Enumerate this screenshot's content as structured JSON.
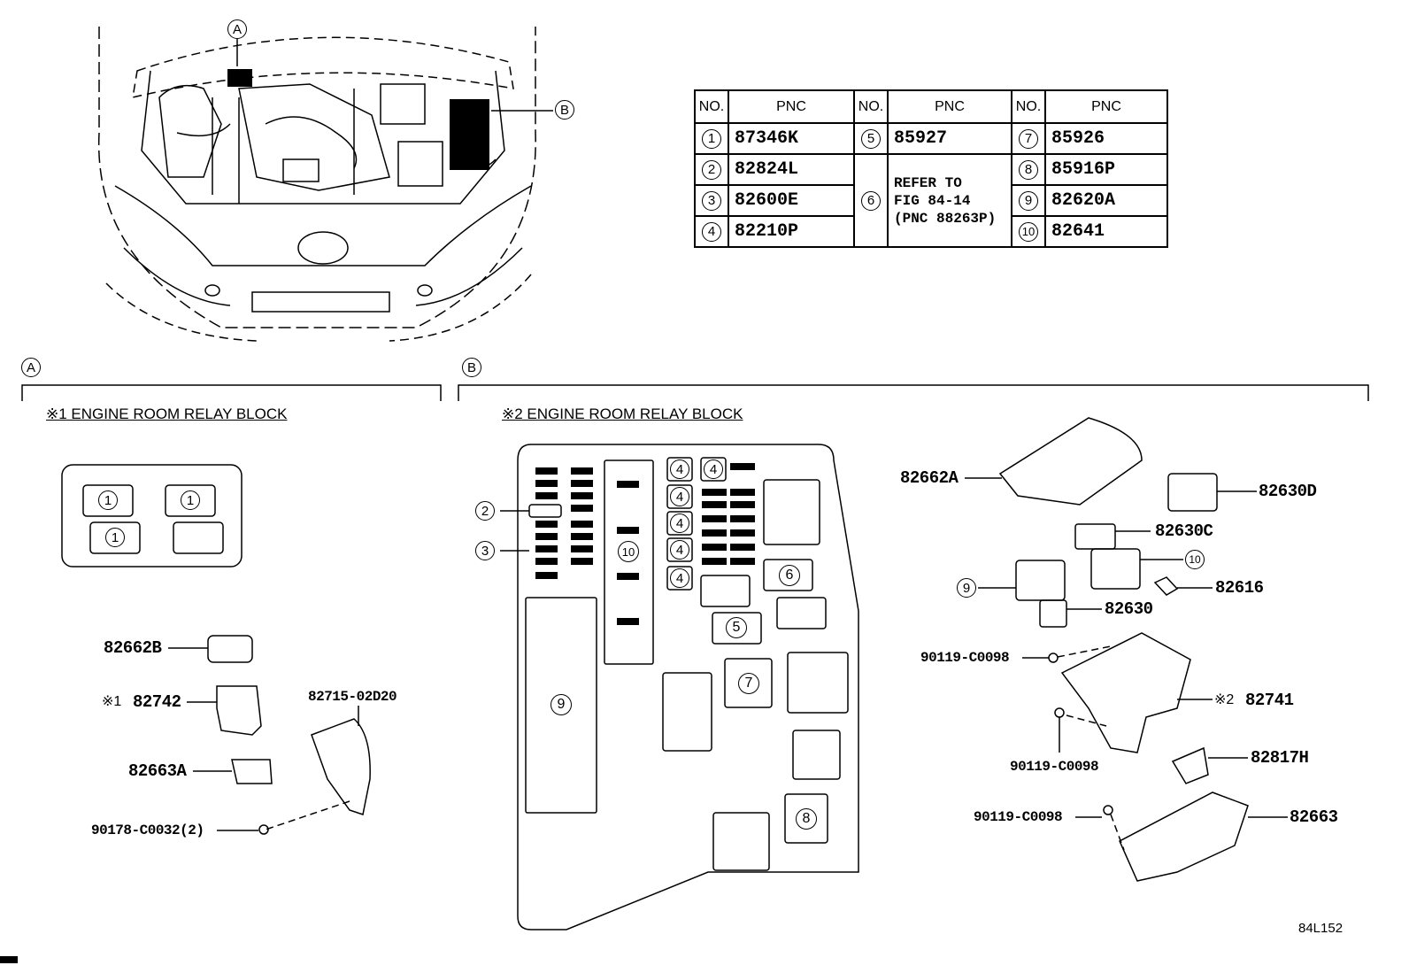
{
  "callouts": {
    "a": "A",
    "b": "B"
  },
  "table": {
    "headers": {
      "no": "NO.",
      "pnc": "PNC"
    },
    "col1": [
      {
        "no": "1",
        "pnc": "87346K"
      },
      {
        "no": "2",
        "pnc": "82824L"
      },
      {
        "no": "3",
        "pnc": "82600E"
      },
      {
        "no": "4",
        "pnc": "82210P"
      }
    ],
    "col2": [
      {
        "no": "5",
        "pnc": "85927"
      },
      {
        "no": "6",
        "pnc": "REFER TO\nFIG 84-14\n(PNC 88263P)"
      }
    ],
    "col3": [
      {
        "no": "7",
        "pnc": "85926"
      },
      {
        "no": "8",
        "pnc": "85916P"
      },
      {
        "no": "9",
        "pnc": "82620A"
      },
      {
        "no": "10",
        "pnc": "82641"
      }
    ]
  },
  "section_a": {
    "title": "※1 ENGINE ROOM RELAY BLOCK",
    "relay_labels": [
      "1",
      "1",
      "1"
    ],
    "parts": {
      "cover": "82662B",
      "block_prefix": "※1",
      "block": "82742",
      "lower": "82663A",
      "bracket": "82715-02D20",
      "nut": "90178-C0032(2)"
    }
  },
  "section_b": {
    "title": "※2 ENGINE ROOM RELAY BLOCK",
    "layout_labels": {
      "n2": "2",
      "n3": "3",
      "n4": "4",
      "n5": "5",
      "n6": "6",
      "n7": "7",
      "n8": "8",
      "n9": "9",
      "n10": "10"
    },
    "parts": {
      "cover": "82662A",
      "p1": "82630D",
      "p2": "82630C",
      "p3": "82630",
      "p4": "82616",
      "bolt1": "90119-C0098",
      "block_prefix": "※2",
      "block": "82741",
      "bolt2": "90119-C0098",
      "clip": "82817H",
      "bolt3": "90119-C0098",
      "lower": "82663",
      "n9": "9",
      "n10": "10"
    }
  },
  "figure_code": "84L152"
}
